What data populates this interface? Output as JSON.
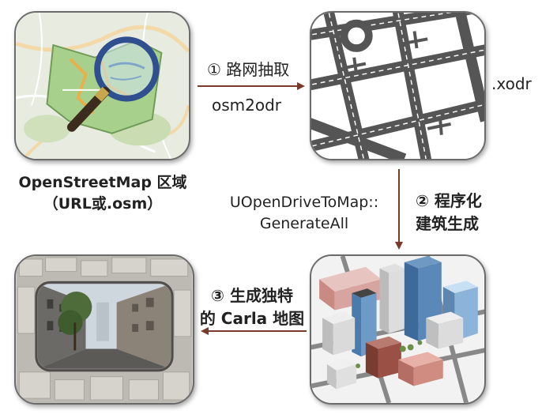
{
  "osm_tile": {
    "caption_line1": "OpenStreetMap 区域",
    "caption_line2": "（URL或.osm）"
  },
  "step1": {
    "label": "① 路网抽取",
    "tool": "osm2odr"
  },
  "xodr_tile": {
    "label": ".xodr"
  },
  "step2": {
    "command_line1": "UOpenDriveToMap::",
    "command_line2": "GenerateAll",
    "label_line1": "② 程序化",
    "label_line2": "建筑生成"
  },
  "step3": {
    "label_line1": "③ 生成独特",
    "label_line2": "的 Carla 地图"
  },
  "colors": {
    "arrow": "#7a3a2a",
    "map_green": "#a8d08d",
    "magnifier": "#2f4f8f"
  }
}
